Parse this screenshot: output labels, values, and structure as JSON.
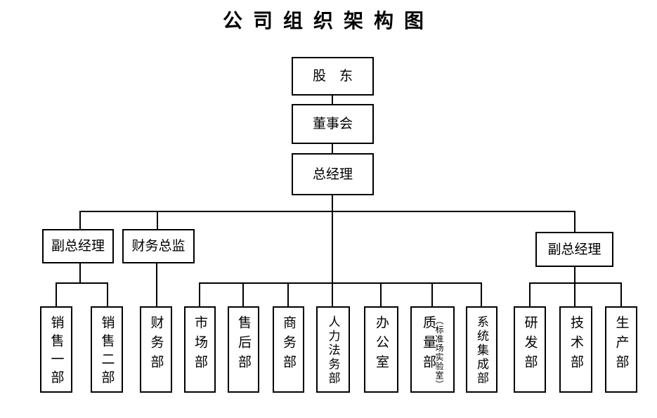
{
  "title": "公司组织架构图",
  "colors": {
    "line": "#000000",
    "background": "#ffffff",
    "text": "#000000"
  },
  "nodes": {
    "shareholders": "股　东",
    "board": "董事会",
    "general_manager": "总经理",
    "deputy_gm_left": "副总经理",
    "finance_director": "财务总监",
    "deputy_gm_right": "副总经理"
  },
  "departments": [
    {
      "label": "销售一部"
    },
    {
      "label": "销售二部"
    },
    {
      "label": "财务部"
    },
    {
      "label": "市场部"
    },
    {
      "label": "售后部"
    },
    {
      "label": "商务部"
    },
    {
      "label": "人力法务部"
    },
    {
      "label": "办公室"
    },
    {
      "label": "质量部",
      "note": "（标准场实验室）"
    },
    {
      "label": "系统集成部"
    },
    {
      "label": "研发部"
    },
    {
      "label": "技术部"
    },
    {
      "label": "生产部"
    }
  ]
}
